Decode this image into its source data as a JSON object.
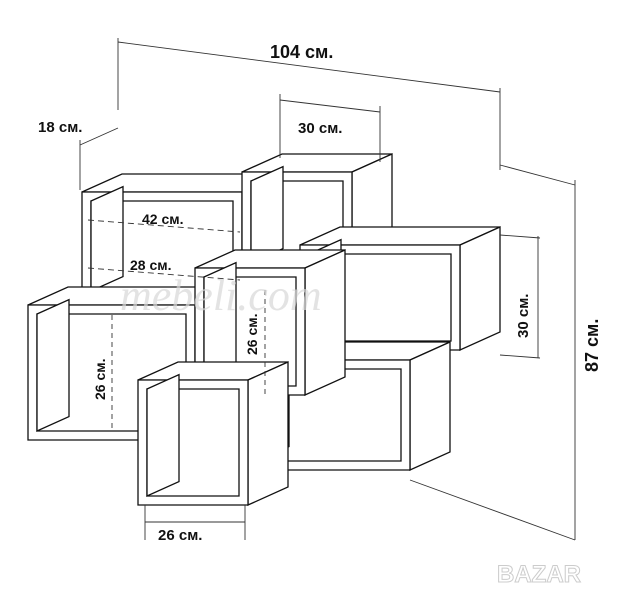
{
  "dimensions": {
    "total_width": "104 см.",
    "depth": "18 см.",
    "top_box_width": "30 см.",
    "long_box_width": "42 см.",
    "inner_width": "28 см.",
    "right_box_height": "30 см.",
    "total_height": "87 см.",
    "center_box_height": "26 см.",
    "left_box_height": "26 см.",
    "bottom_box_width": "26 см."
  },
  "watermark": "mebeli.com",
  "logo": "BAZAR",
  "colors": {
    "line": "#111111",
    "shelf_fill": "#ffffff",
    "watermark": "#d8d8d8"
  }
}
